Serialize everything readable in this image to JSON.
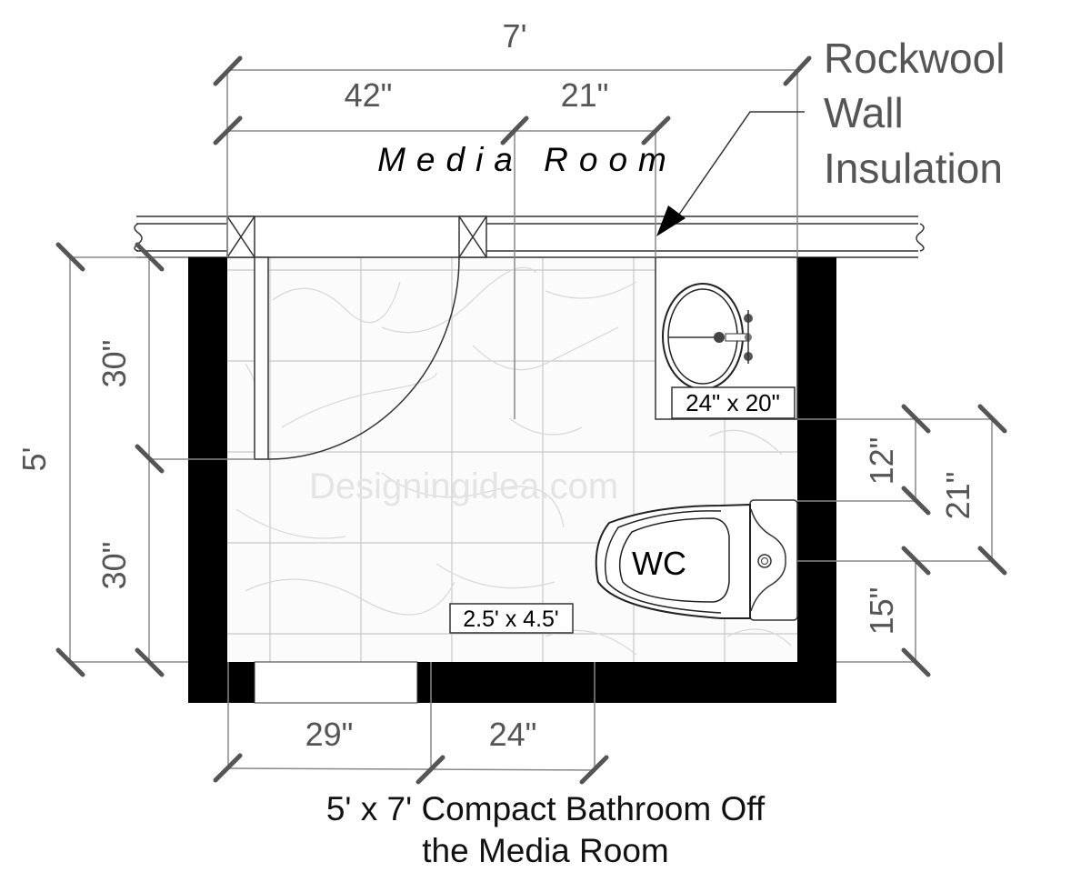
{
  "diagram": {
    "type": "floor-plan",
    "title_line1": "5' x 7' Compact Bathroom Off",
    "title_line2": "the Media Room",
    "room_label": "Media Room",
    "watermark": "Designingidea.com",
    "note": {
      "line1": "Rockwool",
      "line2": "Wall",
      "line3": "Insulation"
    },
    "dimensions": {
      "overall_width": "7'",
      "top_left": "42\"",
      "top_right": "21\"",
      "overall_height": "5'",
      "left_upper": "30\"",
      "left_lower": "30\"",
      "right_upper": "12\"",
      "right_span": "21\"",
      "right_lower": "15\"",
      "bottom_left": "29\"",
      "bottom_right": "24\""
    },
    "fixtures": {
      "sink_size": "24\" x 20\"",
      "toilet_label": "WC",
      "shower_size": "2.5' x 4.5'"
    },
    "colors": {
      "wall": "#000000",
      "dimension": "#555555",
      "tile_grid": "#c8c8c8",
      "background": "#ffffff"
    }
  }
}
